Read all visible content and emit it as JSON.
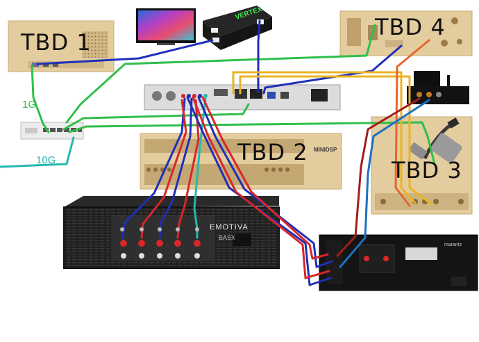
{
  "labels": {
    "tbd1": "TBD 1",
    "tbd2": "TBD 2",
    "tbd3": "TBD 3",
    "tbd4": "TBD 4",
    "link_1g": "1G",
    "link_10g": "10G"
  },
  "device_text": {
    "switch_brand": "VERTEX",
    "minidsp": "MINIDSP",
    "emotiva": "EMOTIVA",
    "marantz": "marantz"
  },
  "colors": {
    "tan": "#e3cc9e",
    "tan_dark": "#c9ad78",
    "green": "#2fbf4a",
    "blue": "#1f2fb8",
    "red": "#d8262a",
    "orange": "#e8652a",
    "yellow": "#e9b424",
    "cyan": "#26b8b0",
    "darkred": "#a11d1d",
    "device_dark": "#1c1c1c",
    "device_silver": "#dcdcdc"
  }
}
